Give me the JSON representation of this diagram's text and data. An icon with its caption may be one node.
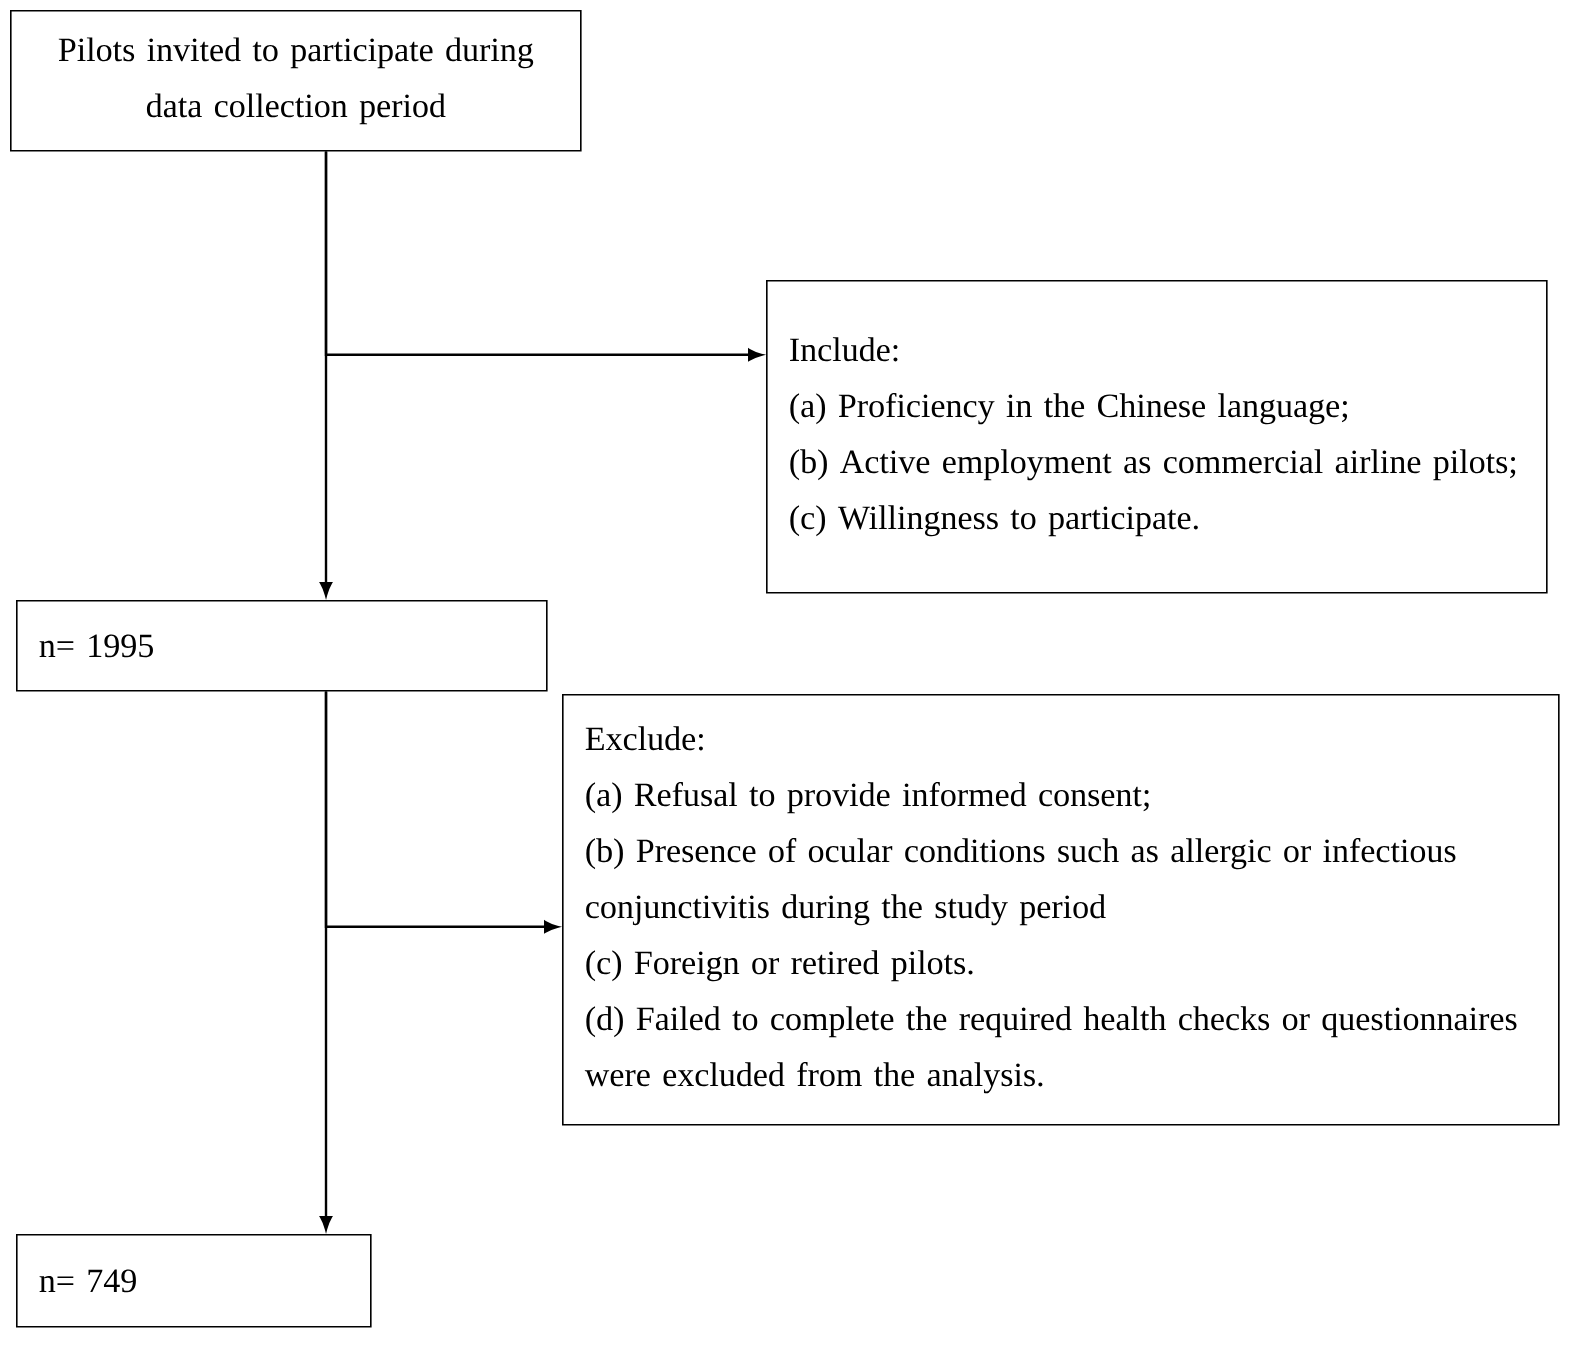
{
  "diagram": {
    "nodes": [
      {
        "text": [
          "Pilots invited to participate during data collection period"
        ]
      },
      {
        "text": [
          "Include:",
          "(a) Proficiency in the Chinese language;",
          "(b) Active employment as commercial airline pilots;",
          "(c) Willingness to participate."
        ]
      },
      {
        "text": [
          "n= 1995"
        ]
      },
      {
        "text": [
          "Exclude:",
          "(a) Refusal to provide informed consent;",
          "(b) Presence of ocular conditions such as allergic or infectious conjunctivitis during the study period",
          "(c) Foreign or retired pilots.",
          "(d) Failed to complete the required health checks or questionnaires were excluded from the analysis."
        ]
      },
      {
        "text": [
          "n= 749"
        ]
      }
    ],
    "edges": [
      {
        "from": 0,
        "to": 2,
        "arrow": "to"
      },
      {
        "from": 0,
        "to": 1,
        "arrow": "to"
      },
      {
        "from": 2,
        "to": 4,
        "arrow": "to"
      },
      {
        "from": 2,
        "to": 3,
        "arrow": "to"
      }
    ]
  }
}
